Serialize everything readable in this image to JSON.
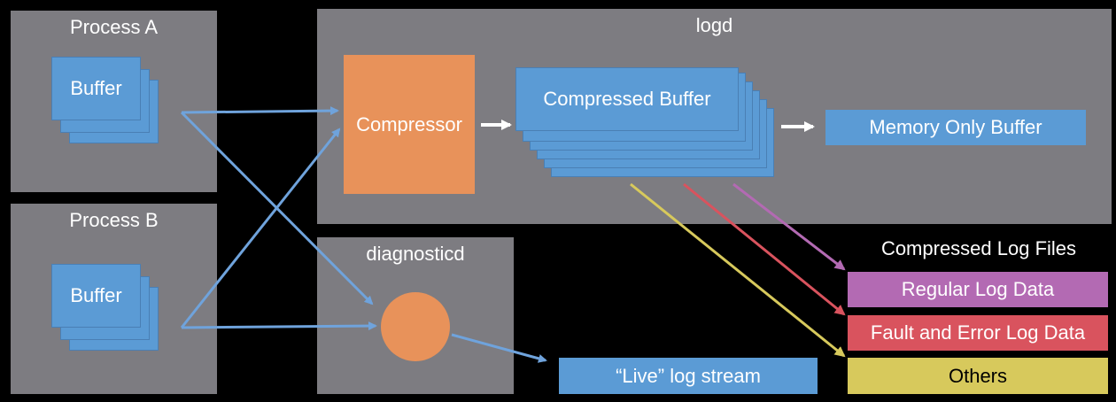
{
  "process_a": {
    "title": "Process A",
    "buffer_label": "Buffer"
  },
  "process_b": {
    "title": "Process B",
    "buffer_label": "Buffer"
  },
  "logd": {
    "title": "logd",
    "compressor_label": "Compressor",
    "compressed_buffer_label": "Compressed Buffer",
    "memory_only_label": "Memory Only Buffer"
  },
  "diagnosticd": {
    "title": "diagnosticd"
  },
  "live_stream": {
    "label": "“Live” log stream"
  },
  "log_files": {
    "title": "Compressed Log Files",
    "items": [
      {
        "label": "Regular Log Data",
        "color": "#b36ab3"
      },
      {
        "label": "Fault and Error Log Data",
        "color": "#d9535e"
      },
      {
        "label": "Others",
        "color": "#d7c95c"
      }
    ]
  },
  "colors": {
    "panel": "#7d7c81",
    "blue": "#5b9bd5",
    "orange": "#e8925a",
    "arrow_blue": "#6fa3dc"
  }
}
